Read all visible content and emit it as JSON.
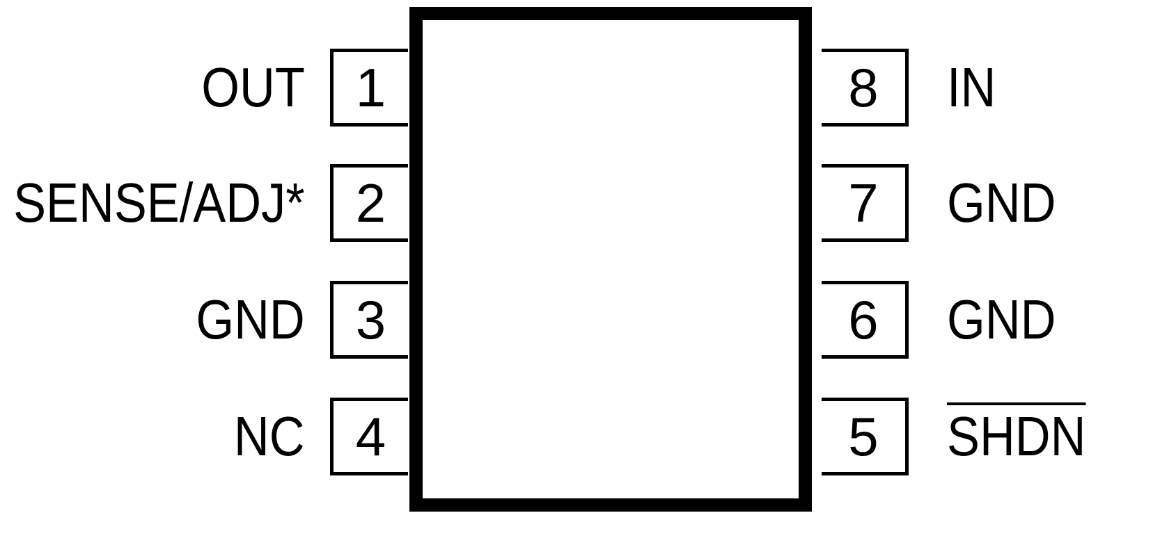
{
  "pins_left": [
    {
      "number": "1",
      "label": "OUT"
    },
    {
      "number": "2",
      "label": "SENSE/ADJ*"
    },
    {
      "number": "3",
      "label": "GND"
    },
    {
      "number": "4",
      "label": "NC"
    }
  ],
  "pins_right": [
    {
      "number": "8",
      "label": "IN"
    },
    {
      "number": "7",
      "label": "GND"
    },
    {
      "number": "6",
      "label": "GND"
    },
    {
      "number": "5",
      "label": "SHDN"
    }
  ]
}
